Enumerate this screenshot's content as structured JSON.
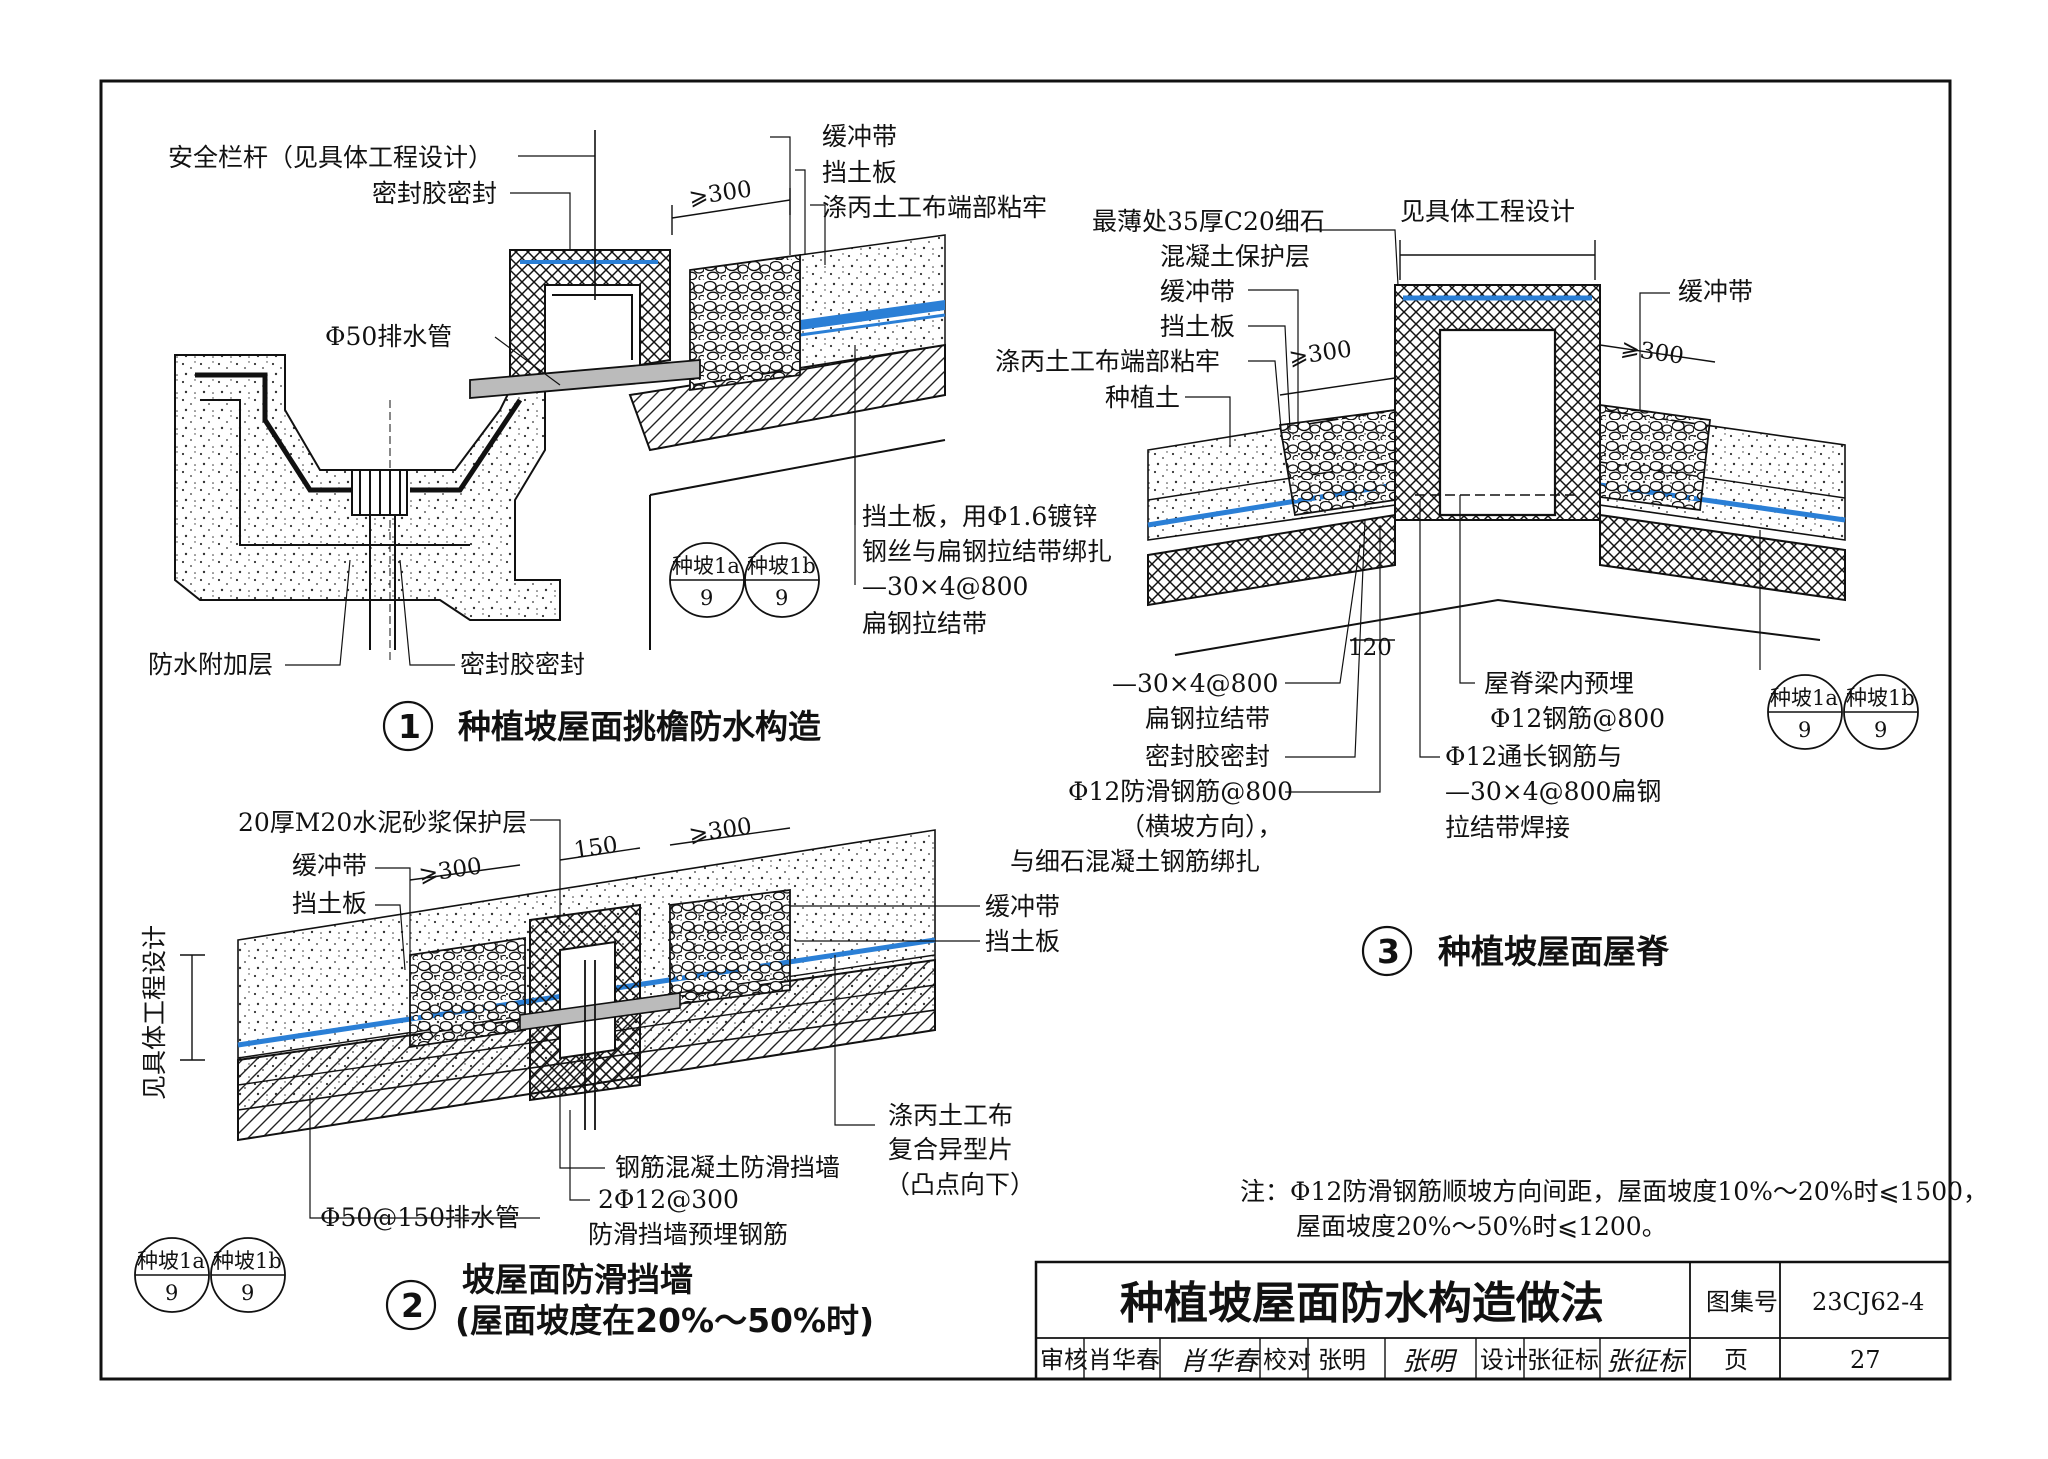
{
  "sheet": {
    "title": "种植坡屋面防水构造做法",
    "atlas_label": "图集号",
    "atlas_no": "23CJ62-4",
    "page_label": "页",
    "page_no": "27",
    "review_label": "审核",
    "review_name": "肖华春",
    "check_label": "校对",
    "check_name": "张明",
    "design_label": "设计",
    "design_name": "张征标",
    "review_sig": "肖华春",
    "check_sig": "张明",
    "design_sig": "张征标"
  },
  "note": {
    "line1": "注：Φ12防滑钢筋顺坡方向间距，屋面坡度10%～20%时⩽1500，",
    "line2": "屋面坡度20%～50%时⩽1200。"
  },
  "detail1": {
    "num": "1",
    "title": "种植坡屋面挑檐防水构造",
    "labels": {
      "railing": "安全栏杆（见具体工程设计）",
      "sealant_top": "密封胶密封",
      "drain_pipe": "Φ50排水管",
      "buffer": "缓冲带",
      "retaining": "挡土板",
      "geotextile_end": "涤丙土工布端部粘牢",
      "dim300": "⩾300",
      "board_tie1": "挡土板，用Φ1.6镀锌",
      "board_tie2": "钢丝与扁钢拉结带绑扎",
      "flat_steel1": "—30×4@800",
      "flat_steel2": "扁钢拉结带",
      "additional_layer": "防水附加层",
      "sealant_bottom": "密封胶密封"
    },
    "refs": [
      {
        "code": "种坡1a",
        "page": "9"
      },
      {
        "code": "种坡1b",
        "page": "9"
      }
    ]
  },
  "detail2": {
    "num": "2",
    "title1": "坡屋面防滑挡墙",
    "title2": "(屋面坡度在20%～50%时)",
    "labels": {
      "mortar": "20厚M20水泥砂浆保护层",
      "buffer_l": "缓冲带",
      "retaining_l": "挡土板",
      "dim300_l": "⩾300",
      "dim150": "150",
      "dim300_r": "⩾300",
      "buffer_r": "缓冲带",
      "retaining_r": "挡土板",
      "vertical": "见具体工程设计",
      "rc_wall": "钢筋混凝土防滑挡墙",
      "rebar1": "2Φ12@300",
      "rebar2": "防滑挡墙预埋钢筋",
      "drain": "Φ50@150排水管",
      "geo1": "涤丙土工布",
      "geo2": "复合异型片",
      "geo3": "（凸点向下）"
    },
    "refs": [
      {
        "code": "种坡1a",
        "page": "9"
      },
      {
        "code": "种坡1b",
        "page": "9"
      }
    ]
  },
  "detail3": {
    "num": "3",
    "title": "种植坡屋面屋脊",
    "labels": {
      "thin1": "最薄处35厚C20细石",
      "thin2": "混凝土保护层",
      "see_design": "见具体工程设计",
      "buffer_l": "缓冲带",
      "retaining_l": "挡土板",
      "geotextile_end": "涤丙土工布端部粘牢",
      "soil": "种植土",
      "dim300_l": "⩾300",
      "buffer_r": "缓冲带",
      "dim300_r": "⩾300",
      "dim120": "120",
      "flat_steel1": "—30×4@800",
      "flat_steel2": "扁钢拉结带",
      "sealant": "密封胶密封",
      "antislip1": "Φ12防滑钢筋@800",
      "antislip2": "（横坡方向），",
      "antislip3": "与细石混凝土钢筋绑扎",
      "ridge1": "屋脊梁内预埋",
      "ridge2": "Φ12钢筋@800",
      "long1": "Φ12通长钢筋与",
      "long2": "—30×4@800扁钢",
      "long3": "拉结带焊接"
    },
    "refs": [
      {
        "code": "种坡1a",
        "page": "9"
      },
      {
        "code": "种坡1b",
        "page": "9"
      }
    ]
  }
}
